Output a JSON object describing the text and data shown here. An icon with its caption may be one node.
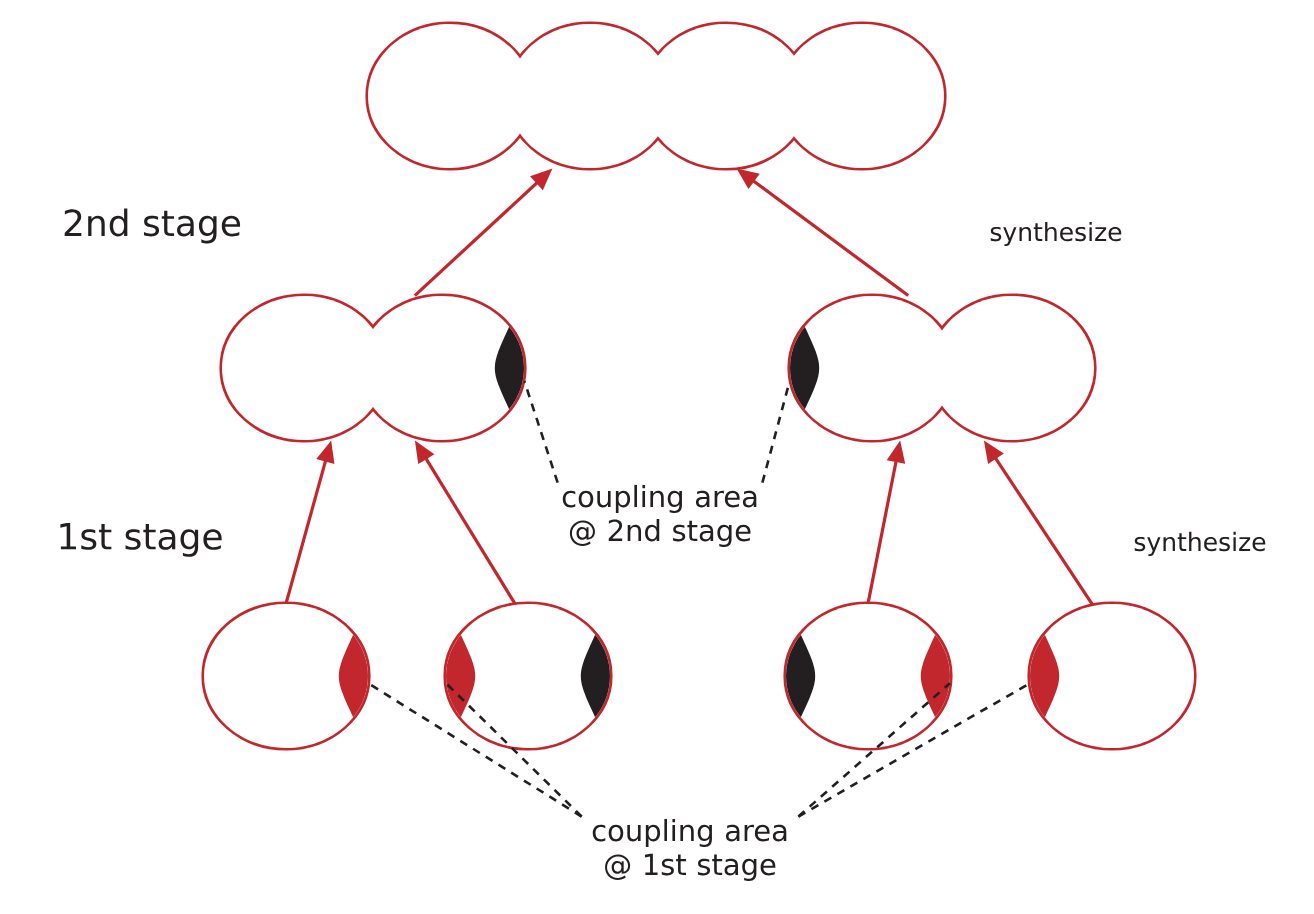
{
  "diagram": {
    "nodes": [
      {
        "text": [],
        "shape": "circle"
      },
      {
        "text": [],
        "shape": "circle"
      },
      {
        "text": [],
        "shape": "circle"
      },
      {
        "text": [],
        "shape": "circle"
      },
      {
        "text": [],
        "shape": "circle"
      },
      {
        "text": [],
        "shape": "circle"
      },
      {
        "text": [],
        "shape": "circle"
      },
      {
        "text": [
          "coupling area @ 2nd stage"
        ]
      },
      {
        "text": [
          "coupling area @ 1st stage"
        ]
      }
    ],
    "edges": [
      {
        "from": 1,
        "to": 0,
        "arrow": "to"
      },
      {
        "from": 2,
        "to": 0,
        "arrow": "to",
        "label": "synthesize"
      },
      {
        "from": 3,
        "to": 1,
        "arrow": "to"
      },
      {
        "from": 4,
        "to": 1,
        "arrow": "to"
      },
      {
        "from": 5,
        "to": 2,
        "arrow": "to"
      },
      {
        "from": 6,
        "to": 2,
        "arrow": "to",
        "label": "synthesize"
      },
      {
        "from": 7,
        "to": 1,
        "arrow": "none",
        "style": "dashed",
        "color": "#231f20"
      },
      {
        "from": 7,
        "to": 2,
        "arrow": "none",
        "style": "dashed",
        "color": "#231f20"
      },
      {
        "from": 8,
        "to": 3,
        "arrow": "none",
        "style": "dashed",
        "color": "#231f20"
      },
      {
        "from": 8,
        "to": 4,
        "arrow": "none",
        "style": "dashed",
        "color": "#231f20"
      },
      {
        "from": 8,
        "to": 5,
        "arrow": "none",
        "style": "dashed",
        "color": "#231f20"
      },
      {
        "from": 8,
        "to": 6,
        "arrow": "none",
        "style": "dashed",
        "color": "#231f20"
      }
    ],
    "labels": [
      "2nd stage",
      "1st stage"
    ]
  }
}
